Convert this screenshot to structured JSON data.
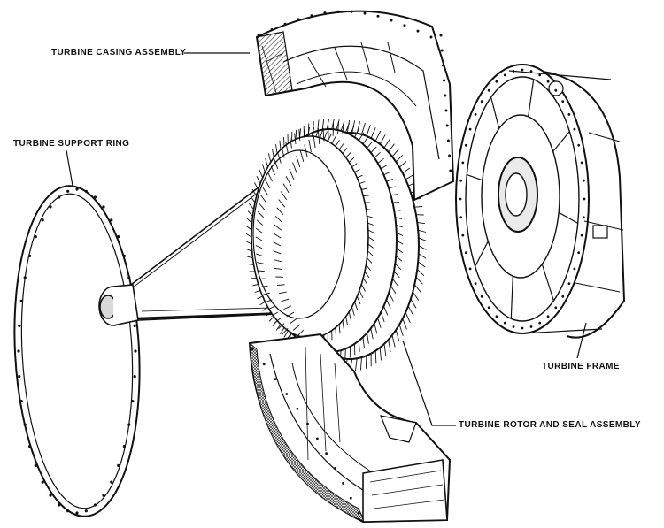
{
  "labels": {
    "casing": "TURBINE CASING ASSEMBLY",
    "support_ring": "TURBINE SUPPORT RING",
    "frame": "TURBINE FRAME",
    "rotor": "TURBINE ROTOR AND SEAL ASSEMBLY"
  },
  "colors": {
    "ink": "#111111",
    "paper": "#ffffff",
    "shade": "#6a6a6a"
  }
}
